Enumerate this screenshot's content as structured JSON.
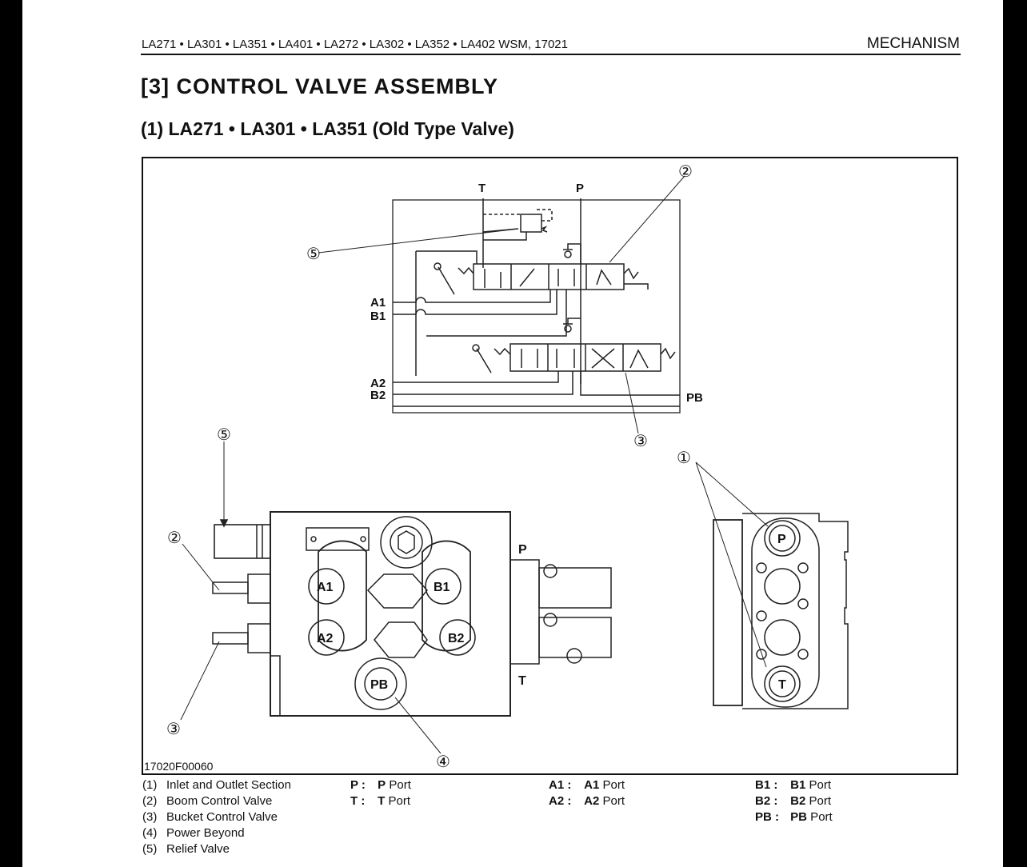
{
  "header": {
    "left": "LA271 • LA301 • LA351 • LA401 • LA272 • LA302 • LA352 • LA402 WSM, 17021",
    "right": "MECHANISM"
  },
  "section_title": "[3]  CONTROL  VALVE  ASSEMBLY",
  "subsection_title": "(1) LA271 • LA301 • LA351 (Old Type Valve)",
  "figure": {
    "code": "17020F00060",
    "schematic_labels": {
      "t": "T",
      "p": "P",
      "a1": "A1",
      "b1": "B1",
      "a2": "A2",
      "b2": "B2",
      "pb": "PB"
    },
    "port_labels": {
      "a1": "A1",
      "b1": "B1",
      "a2": "A2",
      "b2": "B2",
      "pb": "PB",
      "p_face": "P",
      "t_face": "T",
      "p_side": "P",
      "t_side": "T"
    },
    "callouts": {
      "c1": "①",
      "c2": "②",
      "c3": "③",
      "c4": "④",
      "c5": "⑤"
    }
  },
  "legend": {
    "parts": [
      {
        "num": "(1)",
        "text": "Inlet and Outlet Section"
      },
      {
        "num": "(2)",
        "text": "Boom Control Valve"
      },
      {
        "num": "(3)",
        "text": "Bucket Control Valve"
      },
      {
        "num": "(4)",
        "text": "Power Beyond"
      },
      {
        "num": "(5)",
        "text": "Relief Valve"
      }
    ],
    "ports_col1": [
      {
        "key": "P :",
        "bold": "P",
        "rest": " Port"
      },
      {
        "key": "T :",
        "bold": "T",
        "rest": " Port"
      }
    ],
    "ports_col2": [
      {
        "key": "A1 :",
        "bold": "A1",
        "rest": " Port"
      },
      {
        "key": "A2 :",
        "bold": "A2",
        "rest": " Port"
      }
    ],
    "ports_col3": [
      {
        "key": "B1 :",
        "bold": "B1",
        "rest": " Port"
      },
      {
        "key": "B2 :",
        "bold": "B2",
        "rest": " Port"
      },
      {
        "key": "PB :",
        "bold": "PB",
        "rest": " Port"
      }
    ]
  }
}
